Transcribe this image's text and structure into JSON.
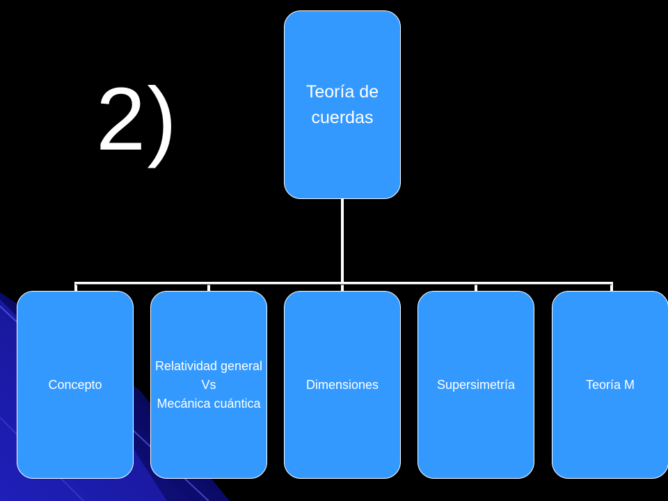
{
  "slide": {
    "number_label": "2)",
    "colors": {
      "background": "#000000",
      "box_fill": "#3399ff",
      "accent_dark_blue": "#0a0a66",
      "connector": "#ffffff",
      "text": "#ffffff"
    }
  },
  "diagram": {
    "root": {
      "label": "Teoría de\ncuerdas"
    },
    "children": [
      {
        "label": "Concepto"
      },
      {
        "label": "Relatividad general\nVs\nMecánica cuántica"
      },
      {
        "label": "Dimensiones"
      },
      {
        "label": "Supersimetría"
      },
      {
        "label": "Teoría M"
      }
    ]
  }
}
